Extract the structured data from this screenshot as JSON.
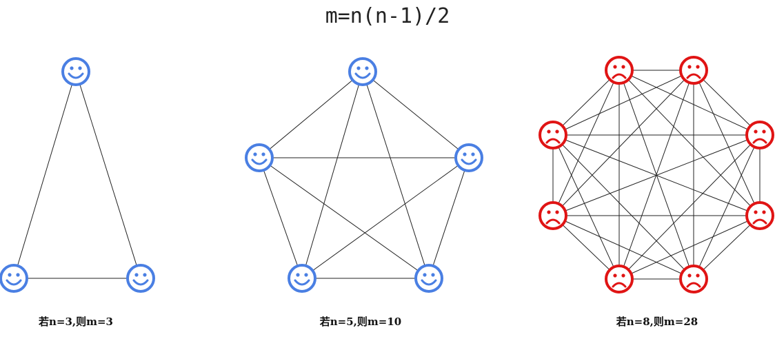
{
  "formula": "m=n(n-1)/2",
  "colors": {
    "smile": "#4a7fe3",
    "sad": "#e01414",
    "edge": "#222222"
  },
  "graphs": [
    {
      "n": 3,
      "m": 3,
      "face": "smile",
      "caption": "若n=3,则m=3"
    },
    {
      "n": 5,
      "m": 10,
      "face": "smile",
      "caption": "若n=5,则m=10"
    },
    {
      "n": 8,
      "m": 28,
      "face": "sad",
      "caption": "若n=8,则m=28"
    }
  ]
}
